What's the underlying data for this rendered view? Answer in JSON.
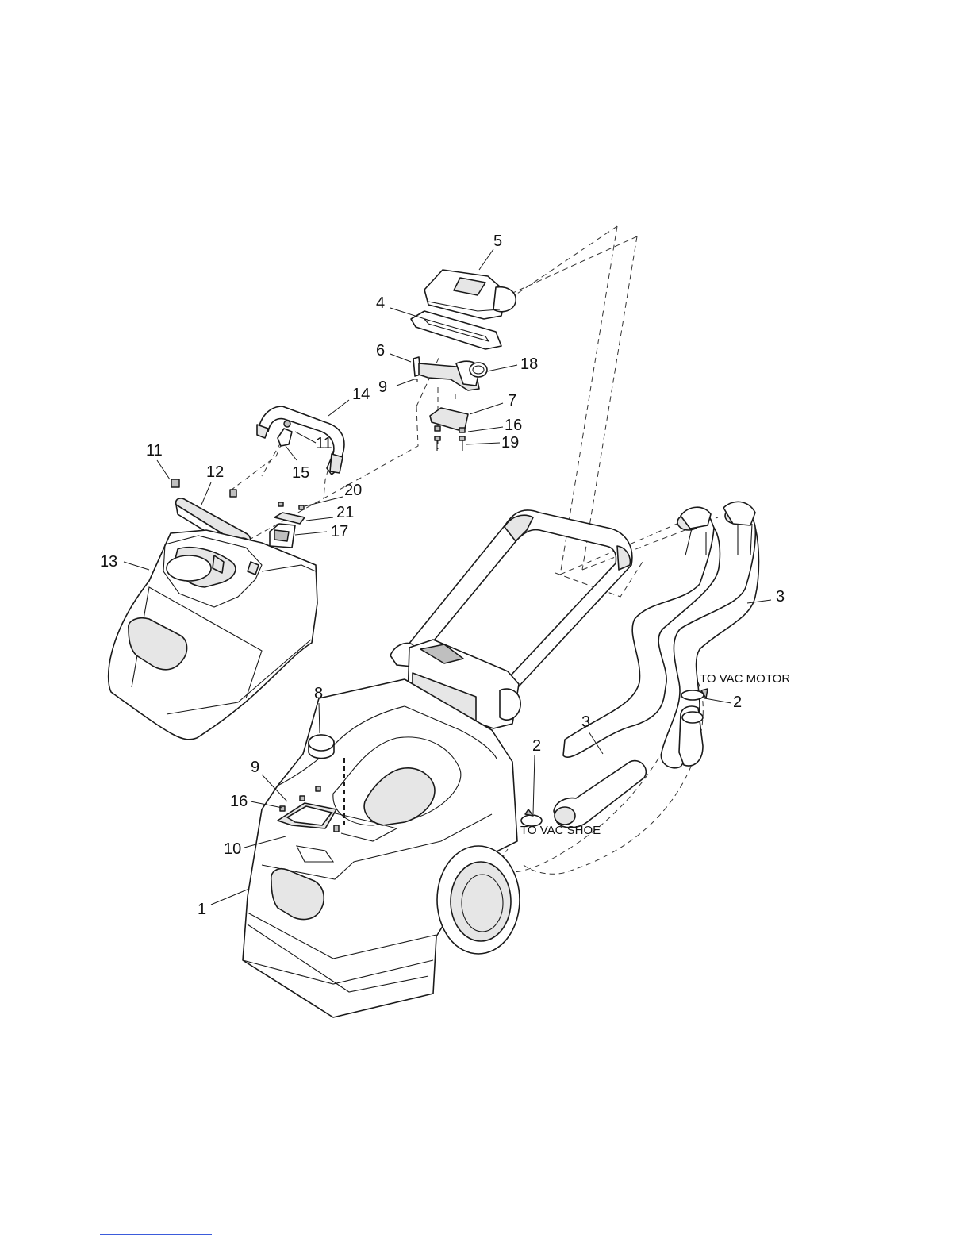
{
  "callouts": {
    "c1": "1",
    "c2a": "2",
    "c2b": "2",
    "c3a": "3",
    "c3b": "3",
    "c4": "4",
    "c5": "5",
    "c6": "6",
    "c7": "7",
    "c8": "8",
    "c9a": "9",
    "c9b": "9",
    "c10": "10",
    "c11a": "11",
    "c11b": "11",
    "c12": "12",
    "c13": "13",
    "c14": "14",
    "c15": "15",
    "c16a": "16",
    "c16b": "16",
    "c17": "17",
    "c18": "18",
    "c19": "19",
    "c20": "20",
    "c21": "21"
  },
  "notes": {
    "vac_motor": "TO VAC MOTOR",
    "vac_shoe": "TO VAC SHOE"
  },
  "colors": {
    "line": "#1a1a1a",
    "footer_rule": "#3b5bdb"
  }
}
